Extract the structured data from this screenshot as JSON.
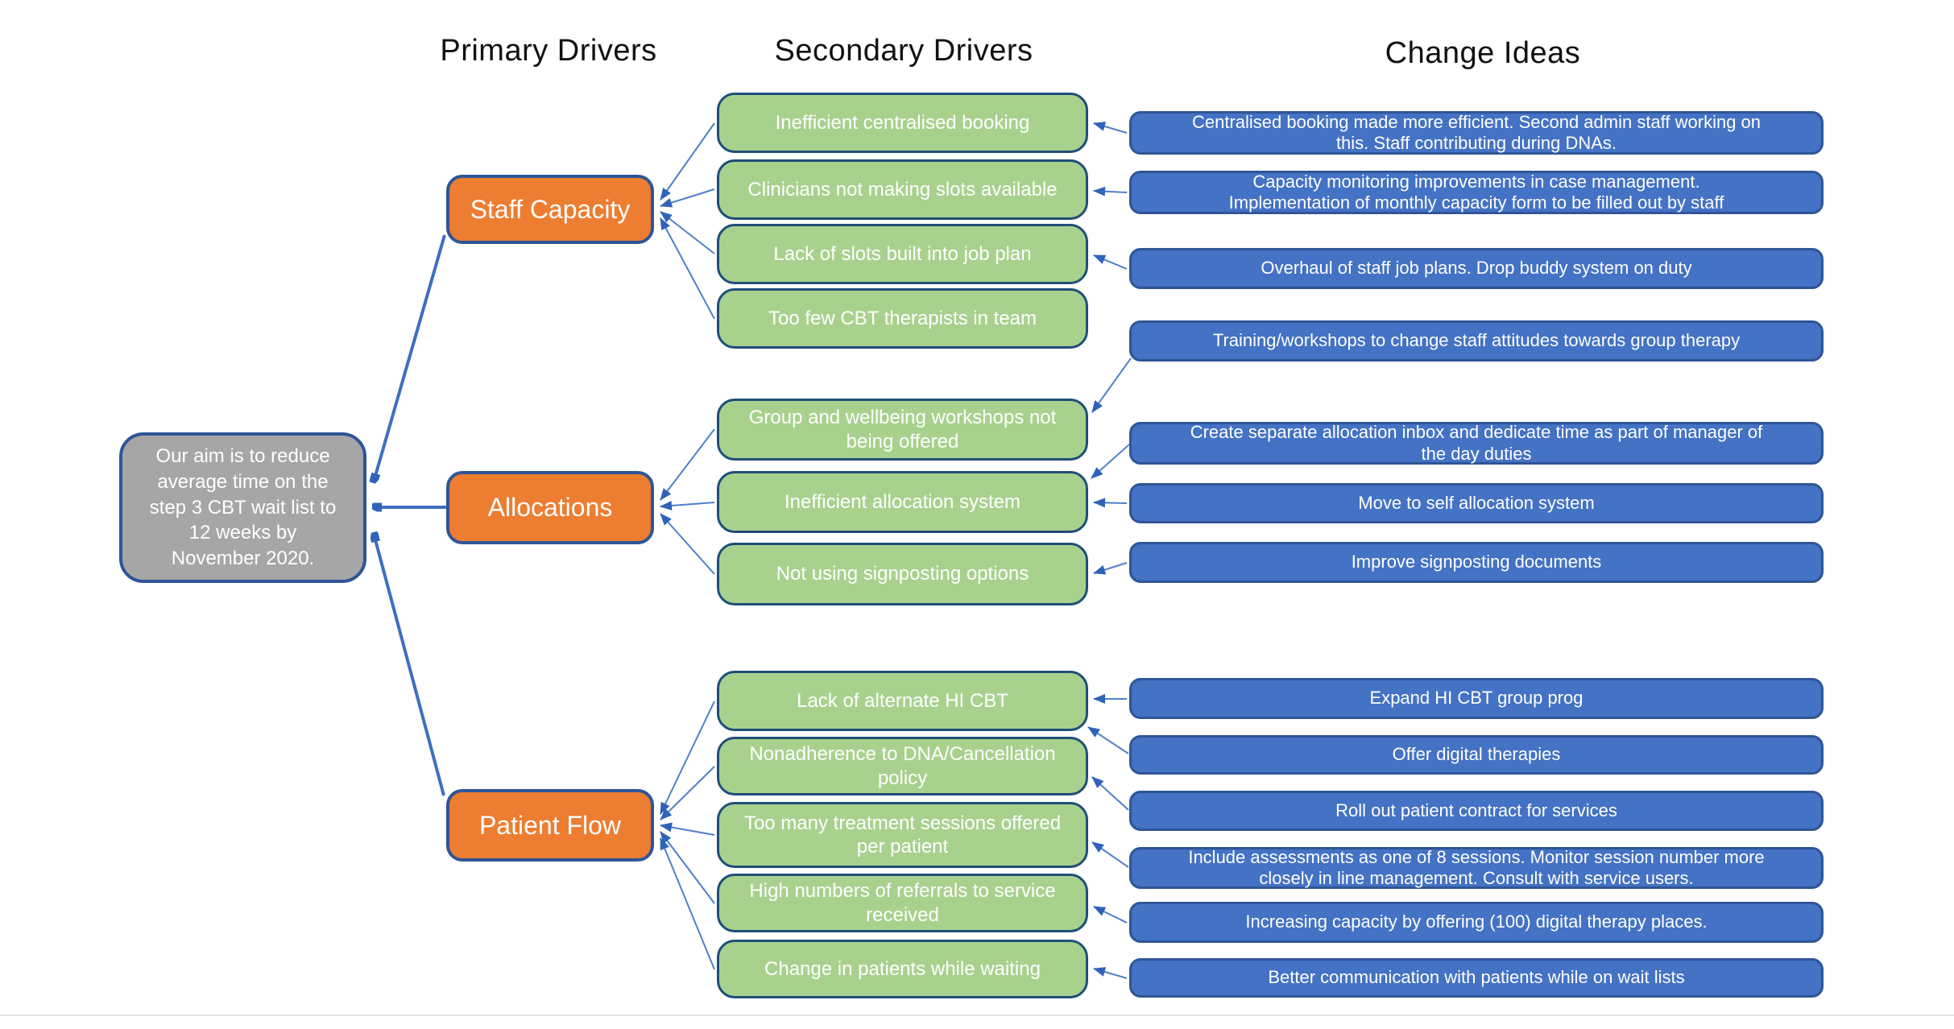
{
  "headers": {
    "primary": "Primary Drivers",
    "secondary": "Secondary  Drivers",
    "change_ideas": "Change Ideas"
  },
  "aim": "Our aim is to reduce\naverage time on the\nstep 3 CBT wait list to\n12 weeks by\nNovember 2020.",
  "primary_drivers": [
    "Staff Capacity",
    "Allocations",
    "Patient Flow"
  ],
  "secondary_drivers": [
    "Inefficient centralised booking",
    "Clinicians not making slots available",
    "Lack of slots built into job plan",
    "Too few CBT therapists in team",
    "Group and wellbeing workshops not\nbeing offered",
    "Inefficient allocation system",
    "Not using signposting options",
    "Lack of alternate HI CBT",
    "Nonadherence to DNA/Cancellation\npolicy",
    "Too many treatment sessions offered\nper patient",
    "High numbers of referrals to service\nreceived",
    "Change in patients while waiting"
  ],
  "change_ideas": [
    "Centralised booking made more efficient. Second admin staff working on\nthis. Staff contributing during DNAs.",
    "Capacity monitoring improvements in case management.\nImplementation of monthly capacity form to be filled out by staff",
    "Overhaul of staff job plans. Drop buddy system on duty",
    "Training/workshops to change staff attitudes towards group therapy",
    "Create separate allocation inbox and dedicate time as part of manager of\nthe day duties",
    "Move to self allocation system",
    "Improve signposting documents",
    "Expand HI CBT group prog",
    "Offer digital therapies",
    "Roll out patient contract for services",
    "Include assessments as one of 8 sessions. Monitor session number more\nclosely in line management. Consult with service users.",
    "Increasing capacity by offering  (100) digital therapy places.",
    "Better communication with patients while on wait lists"
  ],
  "edges": {
    "primary_to_aim": [
      0,
      1,
      2
    ],
    "secondary_to_primary": [
      0,
      0,
      0,
      0,
      1,
      1,
      1,
      2,
      2,
      2,
      2,
      2
    ],
    "idea_to_secondary": [
      0,
      1,
      2,
      4,
      5,
      5,
      6,
      7,
      7,
      8,
      9,
      10,
      11
    ]
  },
  "colors": {
    "primary_fill": "#ed7d31",
    "secondary_fill": "#a9d18e",
    "change_idea_fill": "#4472c4",
    "aim_fill": "#a6a6a6",
    "box_border": "#2e5597",
    "arrow": "#3e6fc1"
  }
}
